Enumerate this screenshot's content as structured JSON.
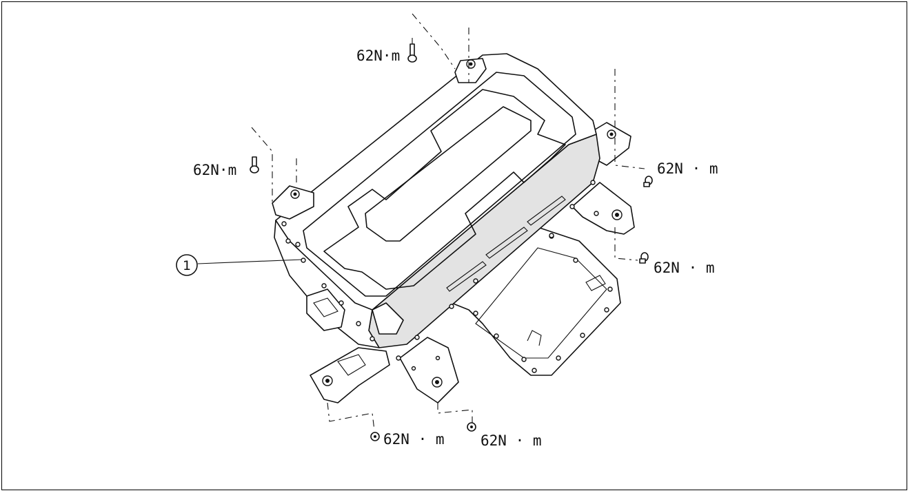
{
  "callout": {
    "number": "1"
  },
  "torque_labels": [
    "62N·m",
    "62N·m",
    "62N · m",
    "62N · m",
    "62N · m",
    "62N · m"
  ]
}
